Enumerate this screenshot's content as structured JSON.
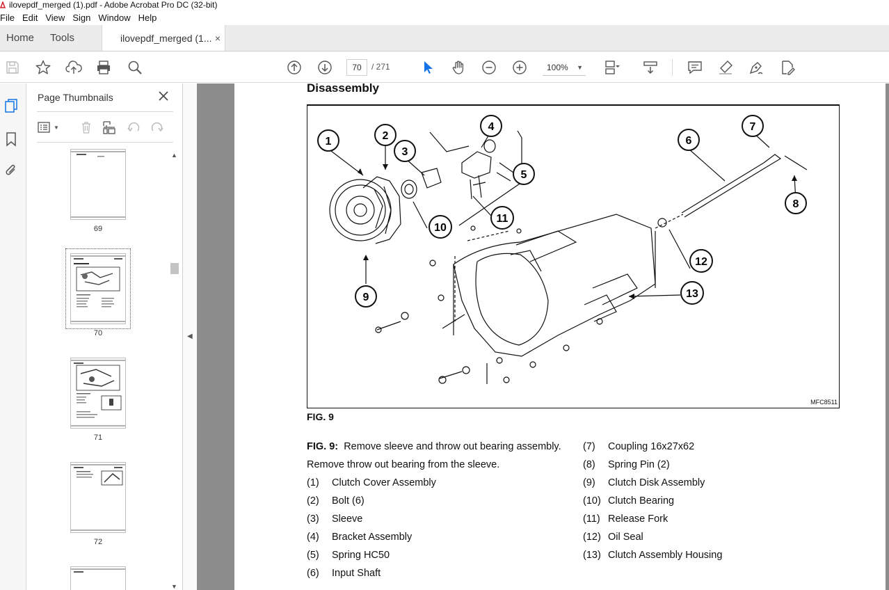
{
  "window": {
    "title": "ilovepdf_merged (1).pdf - Adobe Acrobat Pro DC (32-bit)"
  },
  "menu": [
    "File",
    "Edit",
    "View",
    "Sign",
    "Window",
    "Help"
  ],
  "tabs": {
    "home": "Home",
    "tools": "Tools",
    "document": "ilovepdf_merged (1...",
    "close": "×"
  },
  "toolbar": {
    "current_page": "70",
    "page_total": "/ 271",
    "zoom": "100%",
    "icons": [
      "save-icon",
      "star-icon",
      "upload-icon",
      "print-icon",
      "search-icon",
      "page-up-icon",
      "page-down-icon",
      "select-cursor-icon",
      "hand-icon",
      "zoom-out-icon",
      "zoom-in-icon",
      "page-view-icon",
      "scroll-icon",
      "comment-icon",
      "highlight-icon",
      "draw-icon",
      "edit-icon"
    ]
  },
  "sidepanel": {
    "title": "Page Thumbnails",
    "thumbnails": [
      {
        "label": "69"
      },
      {
        "label": "70"
      },
      {
        "label": "71"
      },
      {
        "label": "72"
      }
    ]
  },
  "document": {
    "heading": "Disassembly",
    "figure_code": "MFC8511",
    "figure_label": "FIG. 9",
    "callouts": [
      "1",
      "2",
      "3",
      "4",
      "5",
      "6",
      "7",
      "8",
      "9",
      "10",
      "11",
      "12",
      "13"
    ],
    "caption_prefix": "FIG. 9:",
    "caption_line1": "Remove sleeve and throw out bearing assembly.",
    "caption_line2": "Remove throw out bearing from the sleeve.",
    "parts_left": [
      {
        "num": "(1)",
        "name": "Clutch Cover Assembly"
      },
      {
        "num": "(2)",
        "name": "Bolt (6)"
      },
      {
        "num": "(3)",
        "name": "Sleeve"
      },
      {
        "num": "(4)",
        "name": "Bracket Assembly"
      },
      {
        "num": "(5)",
        "name": "Spring HC50"
      },
      {
        "num": "(6)",
        "name": "Input Shaft"
      }
    ],
    "parts_right": [
      {
        "num": "(7)",
        "name": "Coupling 16x27x62"
      },
      {
        "num": "(8)",
        "name": "Spring Pin (2)"
      },
      {
        "num": "(9)",
        "name": "Clutch Disk Assembly"
      },
      {
        "num": "(10)",
        "name": "Clutch Bearing"
      },
      {
        "num": "(11)",
        "name": "Release Fork"
      },
      {
        "num": "(12)",
        "name": "Oil Seal"
      },
      {
        "num": "(13)",
        "name": "Clutch Assembly Housing"
      }
    ]
  },
  "colors": {
    "accent": "#1473e6",
    "viewport_bg": "#8c8c8c",
    "tab_bg": "#ececec"
  }
}
